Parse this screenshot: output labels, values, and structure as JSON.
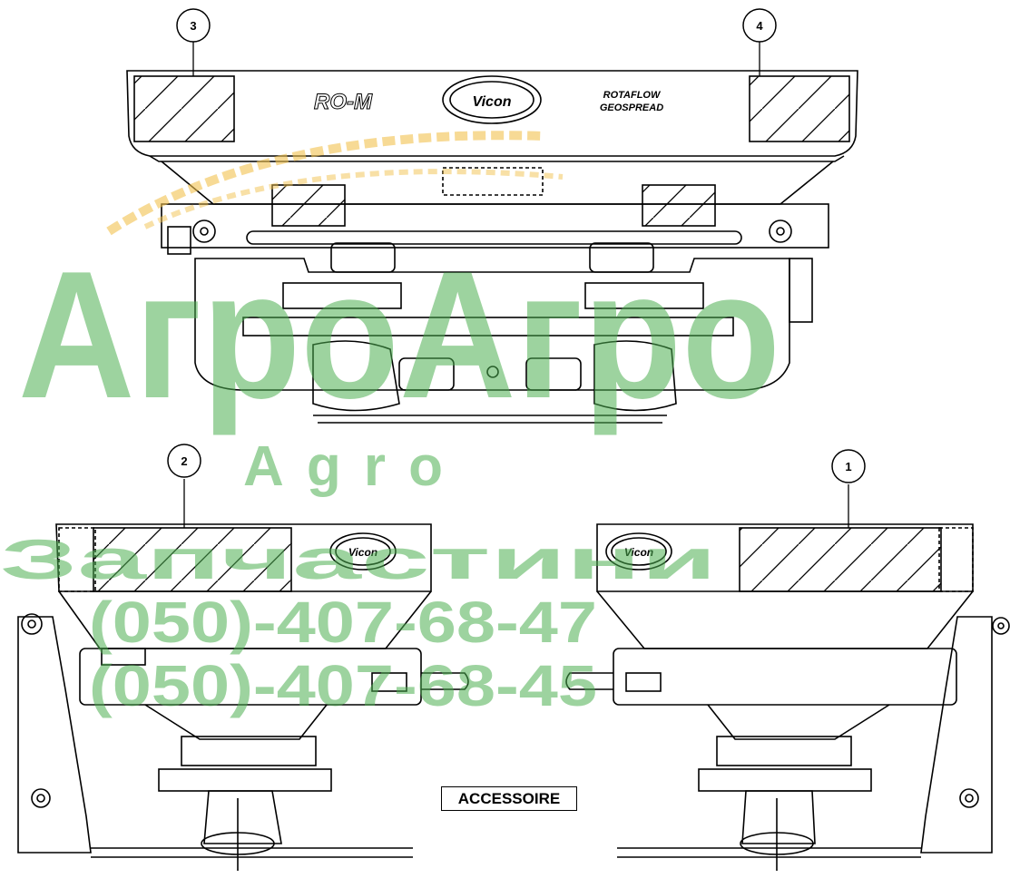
{
  "callouts": [
    {
      "id": "3",
      "label": "3"
    },
    {
      "id": "4",
      "label": "4"
    },
    {
      "id": "2",
      "label": "2"
    },
    {
      "id": "1",
      "label": "1"
    }
  ],
  "hopper_top": {
    "left_decal": "RO-M",
    "logo": "Vicon",
    "right_decal_line1": "ROTAFLOW",
    "right_decal_line2": "GEOSPREAD"
  },
  "hopper_left": {
    "logo": "Vicon"
  },
  "hopper_right": {
    "logo": "Vicon"
  },
  "accessory_label": "ACCESSOIRE",
  "watermark": {
    "brand": "АгроАгро",
    "sub": "Agro",
    "line1": "Запчастини",
    "phone1": "(050)-407-68-47",
    "phone2": "(050)-407-68-45"
  },
  "colors": {
    "line": "#000000",
    "watermark": "#4caf50",
    "wheat": "#f2c14e"
  }
}
